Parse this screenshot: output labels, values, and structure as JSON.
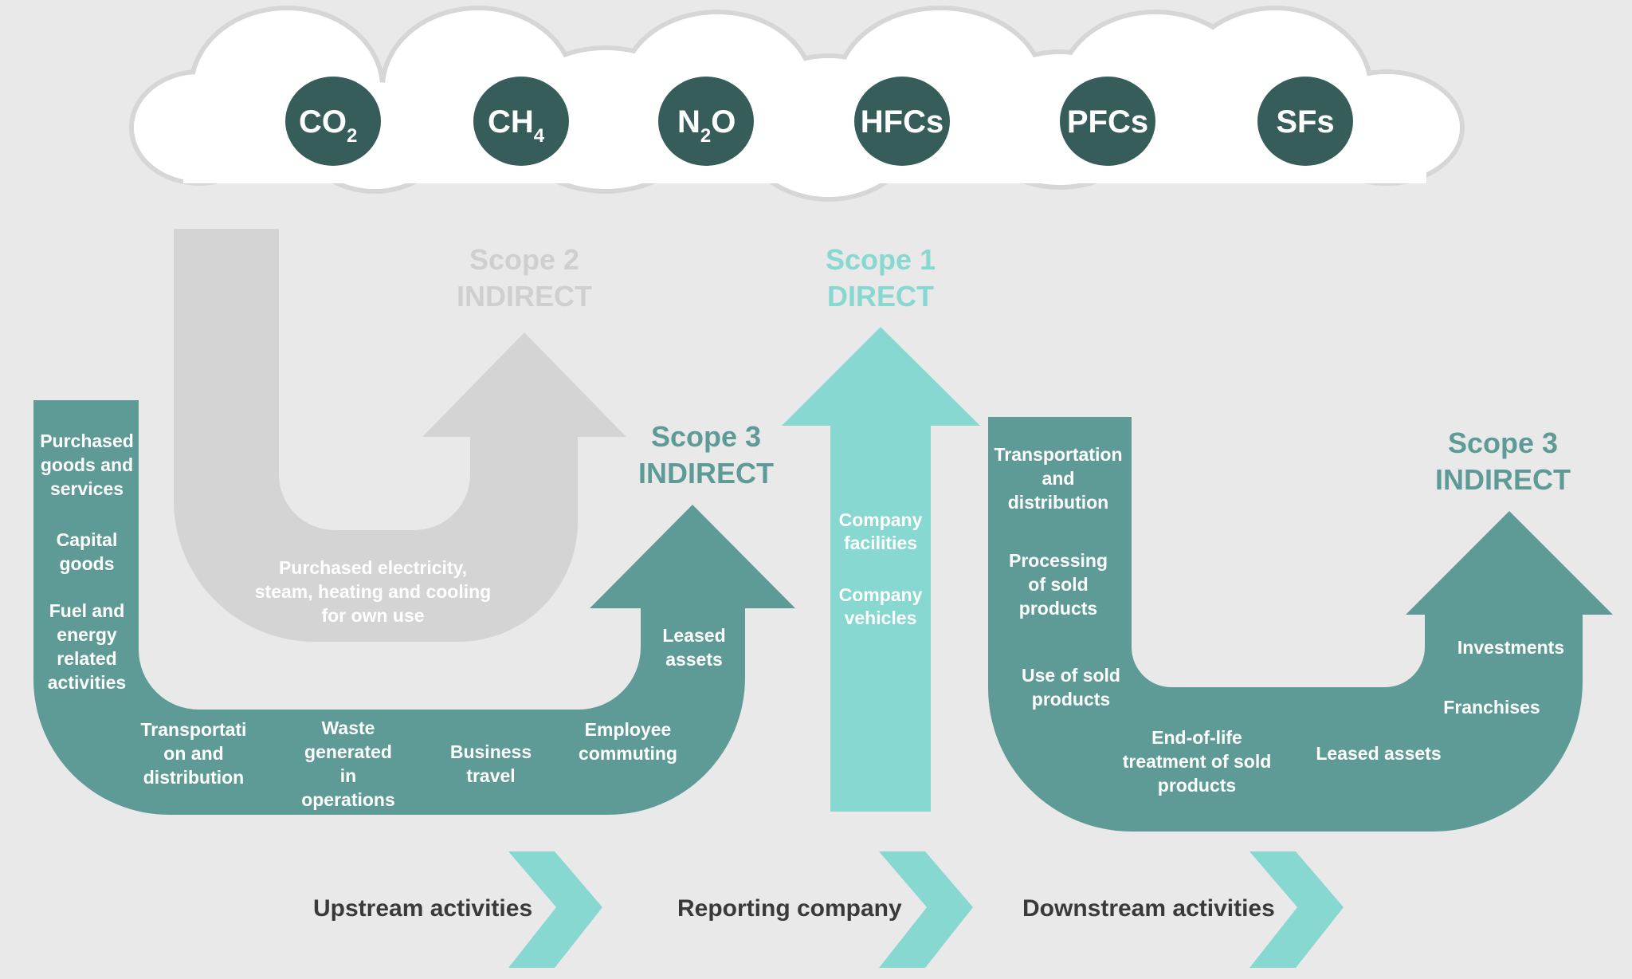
{
  "colors": {
    "background": "#e9e9e9",
    "cloud": "#ffffff",
    "gas_circle": "#365d59",
    "scope3": "#5f9b96",
    "scope1": "#86d8d0",
    "scope2": "#d4d4d4",
    "scope3_text": "#5f9b96",
    "scope1_text": "#86d8d0",
    "scope2_text": "#cfcfcf",
    "chevron": "#86d8d0"
  },
  "gases": [
    {
      "base": "CO",
      "sub": "2",
      "tail": ""
    },
    {
      "base": "CH",
      "sub": "4",
      "tail": ""
    },
    {
      "base": "N",
      "sub": "2",
      "tail": "O"
    },
    {
      "base": "HFCs",
      "sub": "",
      "tail": ""
    },
    {
      "base": "PFCs",
      "sub": "",
      "tail": ""
    },
    {
      "base": "SFs",
      "sub": "",
      "tail": ""
    }
  ],
  "scope2": {
    "title": [
      "Scope 2",
      "INDIRECT"
    ],
    "label": [
      "Purchased electricity,",
      "steam, heating and cooling",
      "for own use"
    ]
  },
  "scope1": {
    "title": [
      "Scope 1",
      "DIRECT"
    ],
    "items": [
      [
        "Company",
        "facilities"
      ],
      [
        "Company",
        "vehicles"
      ]
    ]
  },
  "scope3_upstream": {
    "title": [
      "Scope 3",
      "INDIRECT"
    ],
    "items": [
      [
        "Purchased",
        "goods and",
        "services"
      ],
      [
        "Capital",
        "goods"
      ],
      [
        "Fuel and",
        "energy",
        "related",
        "activities"
      ],
      [
        "Transportati",
        "on and",
        "distribution"
      ],
      [
        "Waste",
        "generated",
        "in",
        "operations"
      ],
      [
        "Business",
        "travel"
      ],
      [
        "Employee",
        "commuting"
      ],
      [
        "Leased",
        "assets"
      ]
    ]
  },
  "scope3_downstream": {
    "title": [
      "Scope 3",
      "INDIRECT"
    ],
    "items": [
      [
        "Transportation",
        "and",
        "distribution"
      ],
      [
        "Processing",
        "of sold",
        "products"
      ],
      [
        "Use of sold",
        "products"
      ],
      [
        "End-of-life",
        "treatment of sold",
        "products"
      ],
      [
        "Leased assets"
      ],
      [
        "Franchises"
      ],
      [
        "Investments"
      ]
    ]
  },
  "flow": {
    "upstream": "Upstream activities",
    "reporting": "Reporting company",
    "downstream": "Downstream activities"
  }
}
